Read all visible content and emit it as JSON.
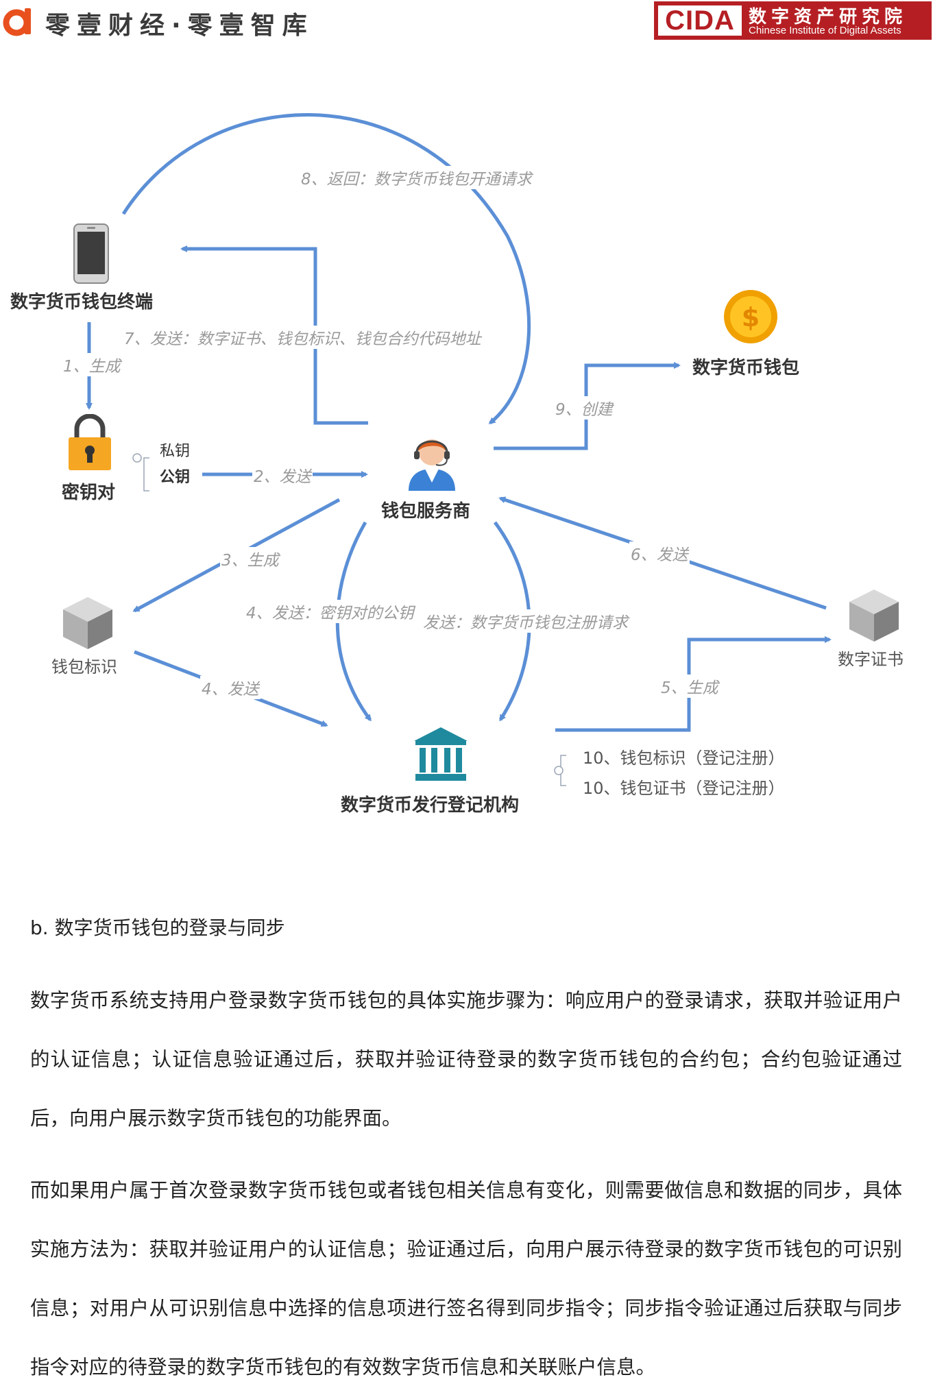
{
  "header": {
    "brand_name": "零壹财经·零壹智库",
    "cida_logo": "CIDA",
    "cida_name_cn": "数字资产研究院",
    "cida_name_en": "Chinese Institute of Digital Assets",
    "brand_color": "#e8501e",
    "cida_color": "#b51f24"
  },
  "diagram": {
    "nodes": {
      "terminal": "数字货币钱包终端",
      "keypair": "密钥对",
      "provider": "钱包服务商",
      "wallet": "数字货币钱包",
      "wallet_id": "钱包标识",
      "certificate": "数字证书",
      "registry": "数字货币发行登记机构"
    },
    "keypair_items": {
      "private": "私钥",
      "public": "公钥"
    },
    "registry_items": [
      "10、钱包标识（登记注册）",
      "10、钱包证书（登记注册）"
    ],
    "edges": {
      "e1": "1、生成",
      "e2": "2、发送",
      "e3": "3、生成",
      "e4a": "4、发送：密钥对的公钥",
      "e4b": "4、发送",
      "e5": "5、生成",
      "e6": "6、发送",
      "e7": "7、发送：数字证书、钱包标识、钱包合约代码地址",
      "e7b": "发送：数字货币钱包注册请求",
      "e8": "8、返回：数字货币钱包开通请求",
      "e9": "9、创建"
    },
    "icons": {
      "terminal": "smartphone-icon",
      "keypair": "padlock-icon",
      "provider": "customer-service-agent-icon",
      "wallet": "gold-dollar-coin-icon",
      "wallet_id": "cube-icon",
      "certificate": "cube-icon",
      "registry": "bank-building-icon"
    },
    "arrow_color": "#5b8fd6"
  },
  "article": {
    "section_title": "b. 数字货币钱包的登录与同步",
    "paragraphs": [
      "数字货币系统支持用户登录数字货币钱包的具体实施步骤为：响应用户的登录请求，获取并验证用户的认证信息；认证信息验证通过后，获取并验证待登录的数字货币钱包的合约包；合约包验证通过后，向用户展示数字货币钱包的功能界面。",
      "而如果用户属于首次登录数字货币钱包或者钱包相关信息有变化，则需要做信息和数据的同步，具体实施方法为：获取并验证用户的认证信息；验证通过后，向用户展示待登录的数字货币钱包的可识别信息；对用户从可识别信息中选择的信息项进行签名得到同步指令；同步指令验证通过后获取与同步指令对应的待登录的数字货币钱包的有效数字货币信息和关联账户信息。"
    ]
  }
}
